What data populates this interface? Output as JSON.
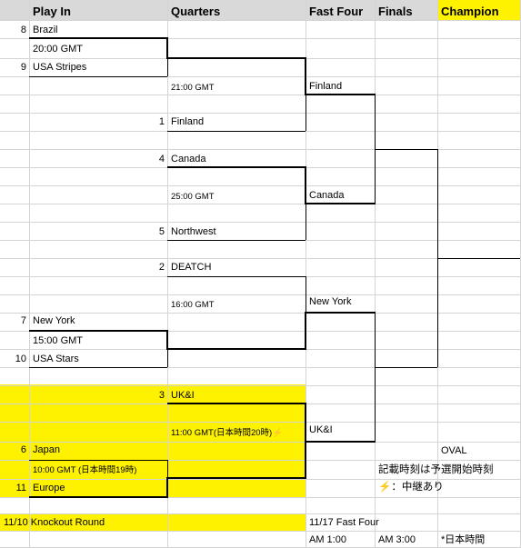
{
  "headers": {
    "play_in": "Play In",
    "quarters": "Quarters",
    "fast_four": "Fast Four",
    "finals": "Finals",
    "champion": "Champion"
  },
  "play_in": {
    "m1": {
      "seed_a": "8",
      "team_a": "Brazil",
      "time": "20:00 GMT",
      "seed_b": "9",
      "team_b": "USA Stripes"
    },
    "m2": {
      "seed_a": "7",
      "team_a": "New York",
      "time": "15:00 GMT",
      "seed_b": "10",
      "team_b": "USA Stars"
    },
    "m3": {
      "seed_a": "6",
      "team_a": "Japan",
      "time": "10:00 GMT (日本時間19時)",
      "seed_b": "11",
      "team_b": "Europe"
    }
  },
  "quarters": {
    "q1": {
      "time": "21:00 GMT",
      "seed": "1",
      "team": "Finland"
    },
    "q2": {
      "seed_a": "4",
      "team_a": "Canada",
      "time": "25:00 GMT",
      "seed_b": "5",
      "team_b": "Northwest"
    },
    "q3": {
      "seed": "2",
      "team": "DEATCH",
      "time": "16:00 GMT"
    },
    "q4": {
      "seed": "3",
      "team": "UK&I",
      "time": "11:00 GMT(日本時間20時)",
      "bolt": "⚡"
    }
  },
  "fast_four": {
    "s1": "Finland",
    "s2": "Canada",
    "s3": "New York",
    "s4": "UK&I"
  },
  "champion": {
    "name": "OVAL"
  },
  "notes": {
    "line1": "記載時刻は予選開始時刻",
    "bolt": "⚡",
    "line2": "：中継あり"
  },
  "footer": {
    "knockout": "11/10 Knockout Round",
    "fast_four_date": "11/17 Fast Four",
    "time1": "AM 1:00",
    "time2": "AM 3:00",
    "jst": "*日本時間"
  },
  "colors": {
    "highlight": "#fff200",
    "header": "#d9d9d9",
    "grid": "#d4d4d4"
  }
}
